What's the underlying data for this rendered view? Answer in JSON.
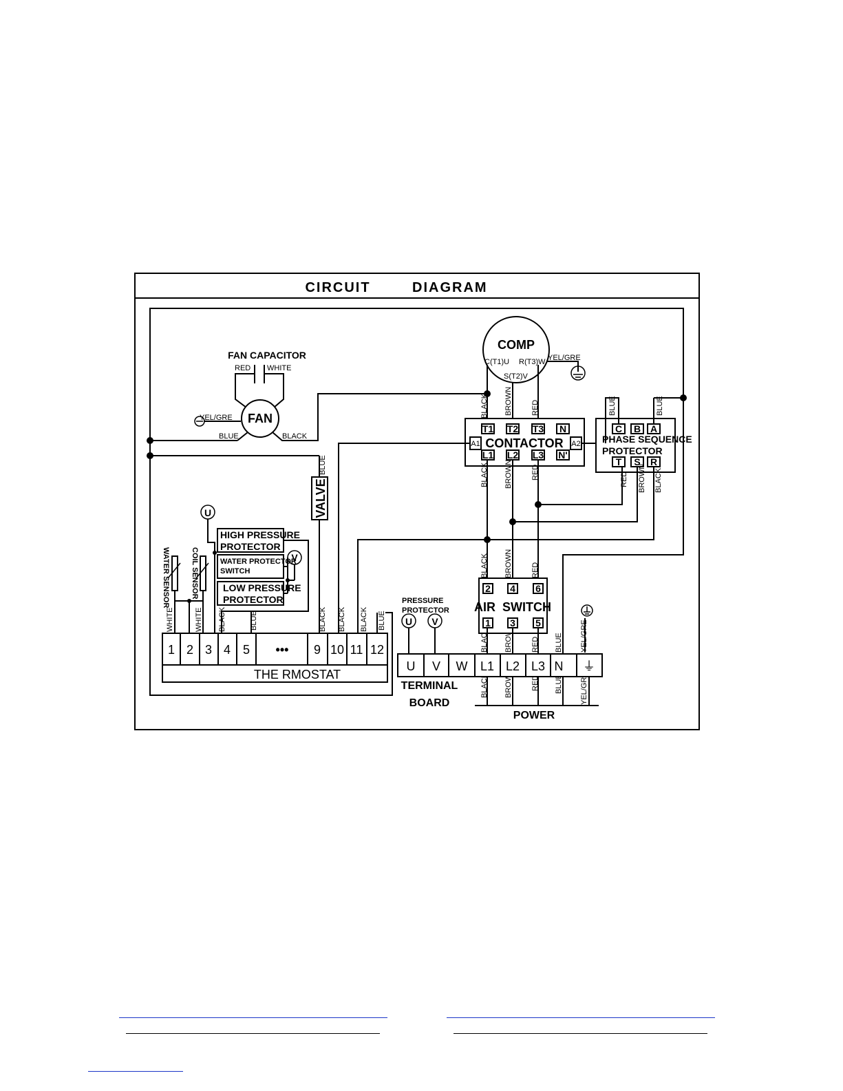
{
  "title": "CIRCUIT        DIAGRAM",
  "fan_capacitor": {
    "label": "FAN CAPACITOR",
    "red": "RED",
    "white": "WHITE"
  },
  "fan": {
    "label": "FAN",
    "ground": "YEL/GRE",
    "blue": "BLUE",
    "black": "BLACK"
  },
  "comp": {
    "label": "COMP",
    "u": "C(T1)U",
    "w": "R(T3)W",
    "v": "S(T2)V",
    "ground": "YEL/GRE"
  },
  "contactor": {
    "label": "CONTACTOR",
    "top_terminals": [
      "T1",
      "T2",
      "T3",
      "N"
    ],
    "bottom_terminals": [
      "L1",
      "L2",
      "L3",
      "N'"
    ],
    "a1": "A1",
    "a2": "A2"
  },
  "phase_protector": {
    "label1": "PHASE SEQUENCE",
    "label2": "PROTECTOR",
    "top_terminals": [
      "C",
      "B",
      "A"
    ],
    "bottom_terminals": [
      "T",
      "S",
      "R"
    ]
  },
  "valve": {
    "label": "VALVE"
  },
  "protectors": {
    "high1": "HIGH PRESSURE",
    "high2": "PROTECTOR",
    "water1": "WATER PROTECTOR",
    "water2": "SWITCH",
    "low1": "LOW PRESSURE",
    "low2": "PROTECTOR",
    "u": "U",
    "v": "V"
  },
  "sensors": {
    "water": "WATER SENSOR",
    "coil": "COIL SENSOR"
  },
  "thermostat": {
    "label": "THE RMOSTAT",
    "terminals": [
      "1",
      "2",
      "3",
      "4",
      "5",
      "•••",
      "9",
      "10",
      "11",
      "12"
    ]
  },
  "pressure_protector": {
    "label1": "PRESSURE",
    "label2": "PROTECTOR",
    "u": "U",
    "v": "V"
  },
  "air_switch": {
    "label": "AIR  SWITCH",
    "top": [
      "2",
      "4",
      "6"
    ],
    "bottom": [
      "1",
      "3",
      "5"
    ]
  },
  "terminal_board": {
    "label1": "TERMINAL",
    "label2": "BOARD",
    "terminals": [
      "U",
      "V",
      "W",
      "L1",
      "L2",
      "L3",
      "N",
      "⏚"
    ]
  },
  "power": {
    "label": "POWER"
  },
  "wires": {
    "black": "BLACK",
    "brown": "BROWN",
    "red": "RED",
    "blue": "BLUE",
    "white": "WHITE",
    "yelgre": "YEL/GRE"
  }
}
